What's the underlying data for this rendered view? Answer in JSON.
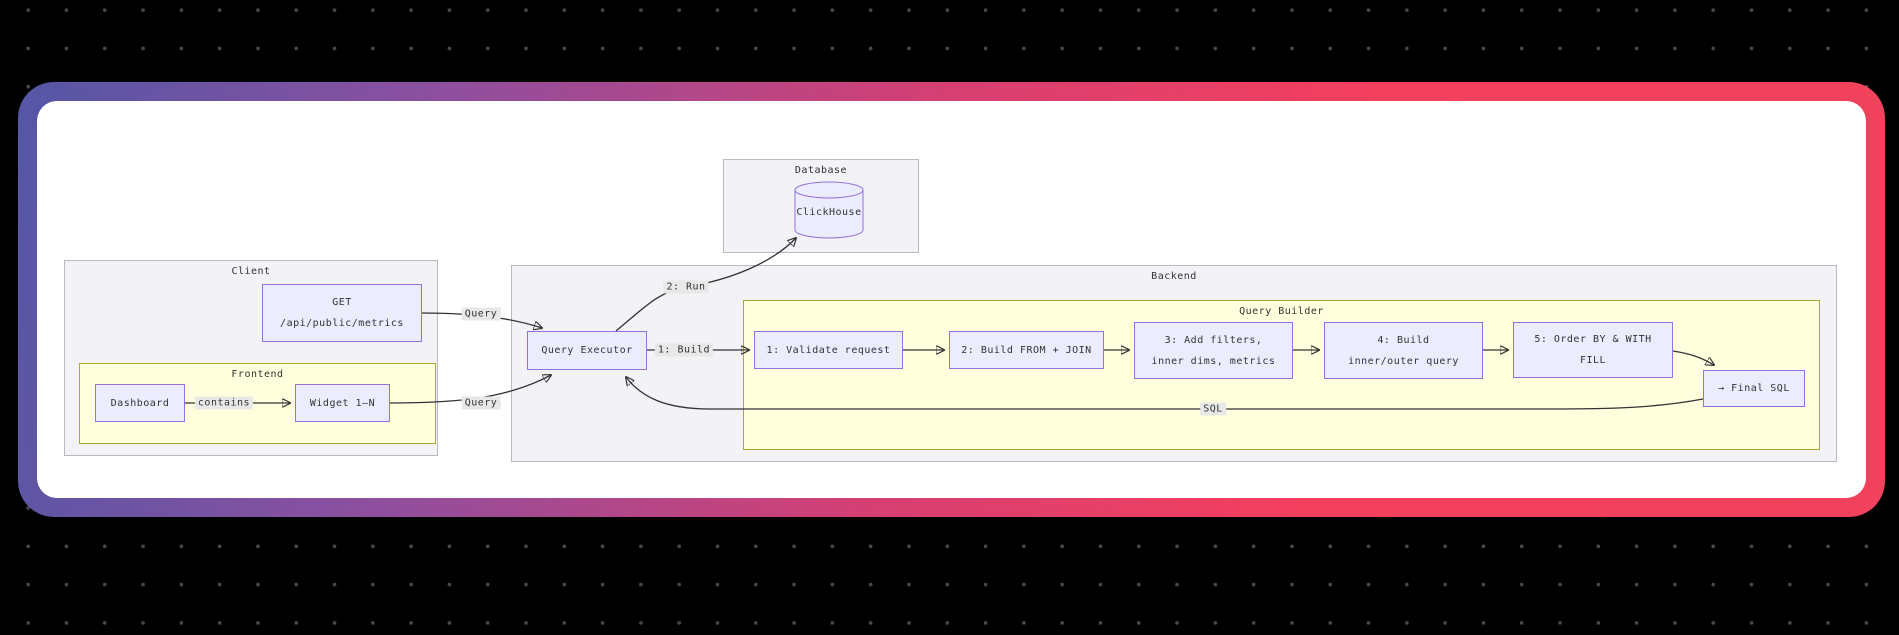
{
  "background": {
    "color": "#000000",
    "dot_color": "#46464f"
  },
  "card": {
    "gradient": [
      "#5457a6",
      "#8e4f9f",
      "#d63f72",
      "#f43f5e"
    ],
    "inner_color": "#ffffff"
  },
  "diagram": {
    "clusters": {
      "database": {
        "label": "Database"
      },
      "client": {
        "label": "Client"
      },
      "frontend": {
        "label": "Frontend"
      },
      "backend": {
        "label": "Backend"
      },
      "query_builder": {
        "label": "Query Builder"
      }
    },
    "nodes": {
      "get": {
        "line1": "GET",
        "line2": "/api/public/metrics"
      },
      "dashboard": {
        "label": "Dashboard"
      },
      "widget": {
        "label": "Widget 1–N"
      },
      "clickhouse": {
        "label": "ClickHouse"
      },
      "query_executor": {
        "label": "Query Executor"
      },
      "step1": {
        "label": "1: Validate request"
      },
      "step2": {
        "label": "2: Build FROM + JOIN"
      },
      "step3": {
        "line1": "3: Add filters,",
        "line2": "inner dims, metrics"
      },
      "step4": {
        "line1": "4: Build",
        "line2": "inner/outer query"
      },
      "step5": {
        "line1": "5: Order BY & WITH",
        "line2": "FILL"
      },
      "final_sql": {
        "label": "→ Final SQL"
      }
    },
    "edge_labels": {
      "get_query": "Query",
      "widget_query": "Query",
      "contains": "contains",
      "run": "2: Run",
      "build": "1: Build",
      "sql": "SQL"
    },
    "colors": {
      "node_fill": "#ECECFF",
      "node_border": "#9370DB",
      "cluster_fill": "#f2f2f7",
      "cluster_border": "#b9b9c0",
      "inner_cluster_fill": "#ffffde",
      "inner_cluster_border": "#aaaa33",
      "edge": "#333333",
      "edge_label_bg": "#e8e8e8",
      "text": "#333333"
    }
  }
}
